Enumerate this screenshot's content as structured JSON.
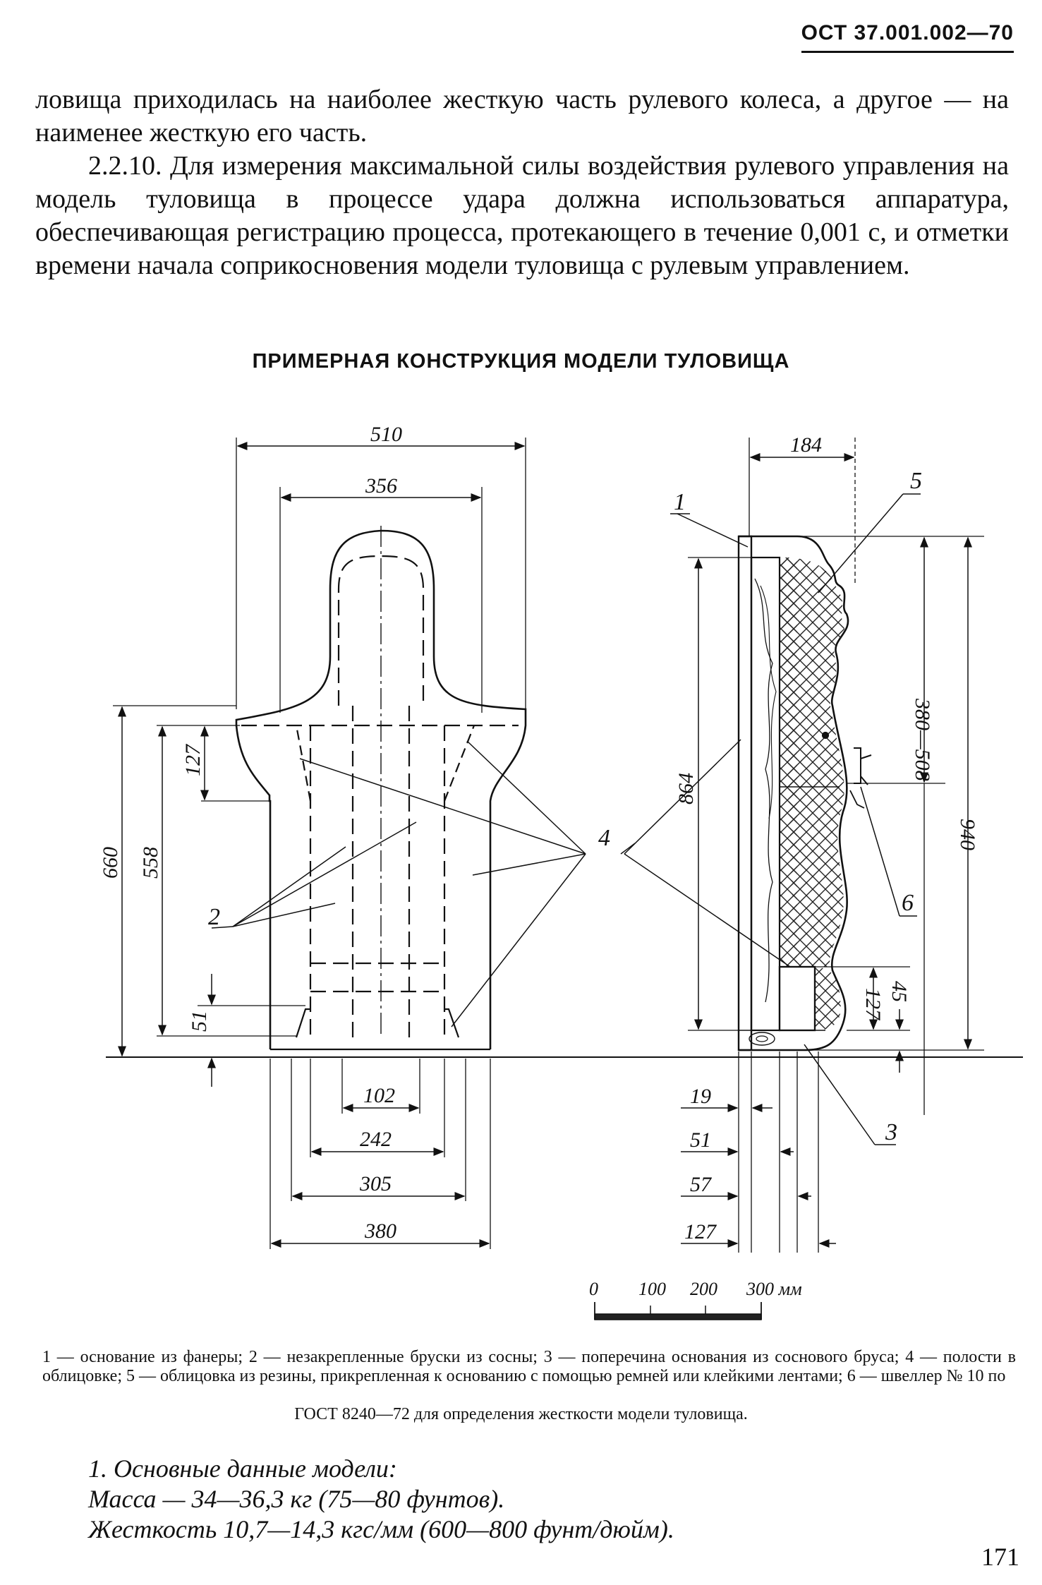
{
  "header": {
    "doc_code": "ОСТ 37.001.002—70"
  },
  "body": {
    "para1": "ловища приходилась на наиболее жесткую часть рулевого колеса, а другое — на наименее жесткую его часть.",
    "para2": "2.2.10. Для измерения максимальной силы воздействия рулевого управления на модель туловища в процессе удара должна использоваться аппаратура, обеспечивающая регистрацию процесса, протекающего в течение 0,001 с, и отметки времени начала соприкосновения модели туловища с рулевым управлением."
  },
  "figure": {
    "title": "ПРИМЕРНАЯ КОНСТРУКЦИЯ МОДЕЛИ ТУЛОВИЩА",
    "front_dims": {
      "w510": "510",
      "w356": "356",
      "w102": "102",
      "w242": "242",
      "w305": "305",
      "w380": "380",
      "h660": "660",
      "h558": "558",
      "h127": "127",
      "h51": "51"
    },
    "side_dims": {
      "w184": "184",
      "h864": "864",
      "h380_508": "380—508",
      "h940": "940",
      "h127": "127",
      "h45": "45",
      "t19": "19",
      "t51": "51",
      "t57": "57",
      "t127": "127"
    },
    "callouts": {
      "c1": "1",
      "c2": "2",
      "c3": "3",
      "c4": "4",
      "c5": "5",
      "c6": "6"
    },
    "scale": {
      "s0": "0",
      "s100": "100",
      "s200": "200",
      "s300": "300 мм"
    }
  },
  "caption": {
    "main": "1 — основание из фанеры; 2 — незакрепленные бруски из сосны; 3 — поперечина основания из соснового бруса; 4 — полости в облицовке; 5 — облицовка из резины, прикрепленная к основанию с помощью ремней или клейкими лентами; 6 — швеллер № 10 по",
    "last": "ГОСТ 8240—72 для определения жесткости модели туловища."
  },
  "notes": {
    "line1": "1. Основные данные модели:",
    "line2": "Масса — 34—36,3 кг (75—80 фунтов).",
    "line3": "Жесткость 10,7—14,3 кгс/мм (600—800 фунт/дюйм)."
  },
  "page_number": "171"
}
